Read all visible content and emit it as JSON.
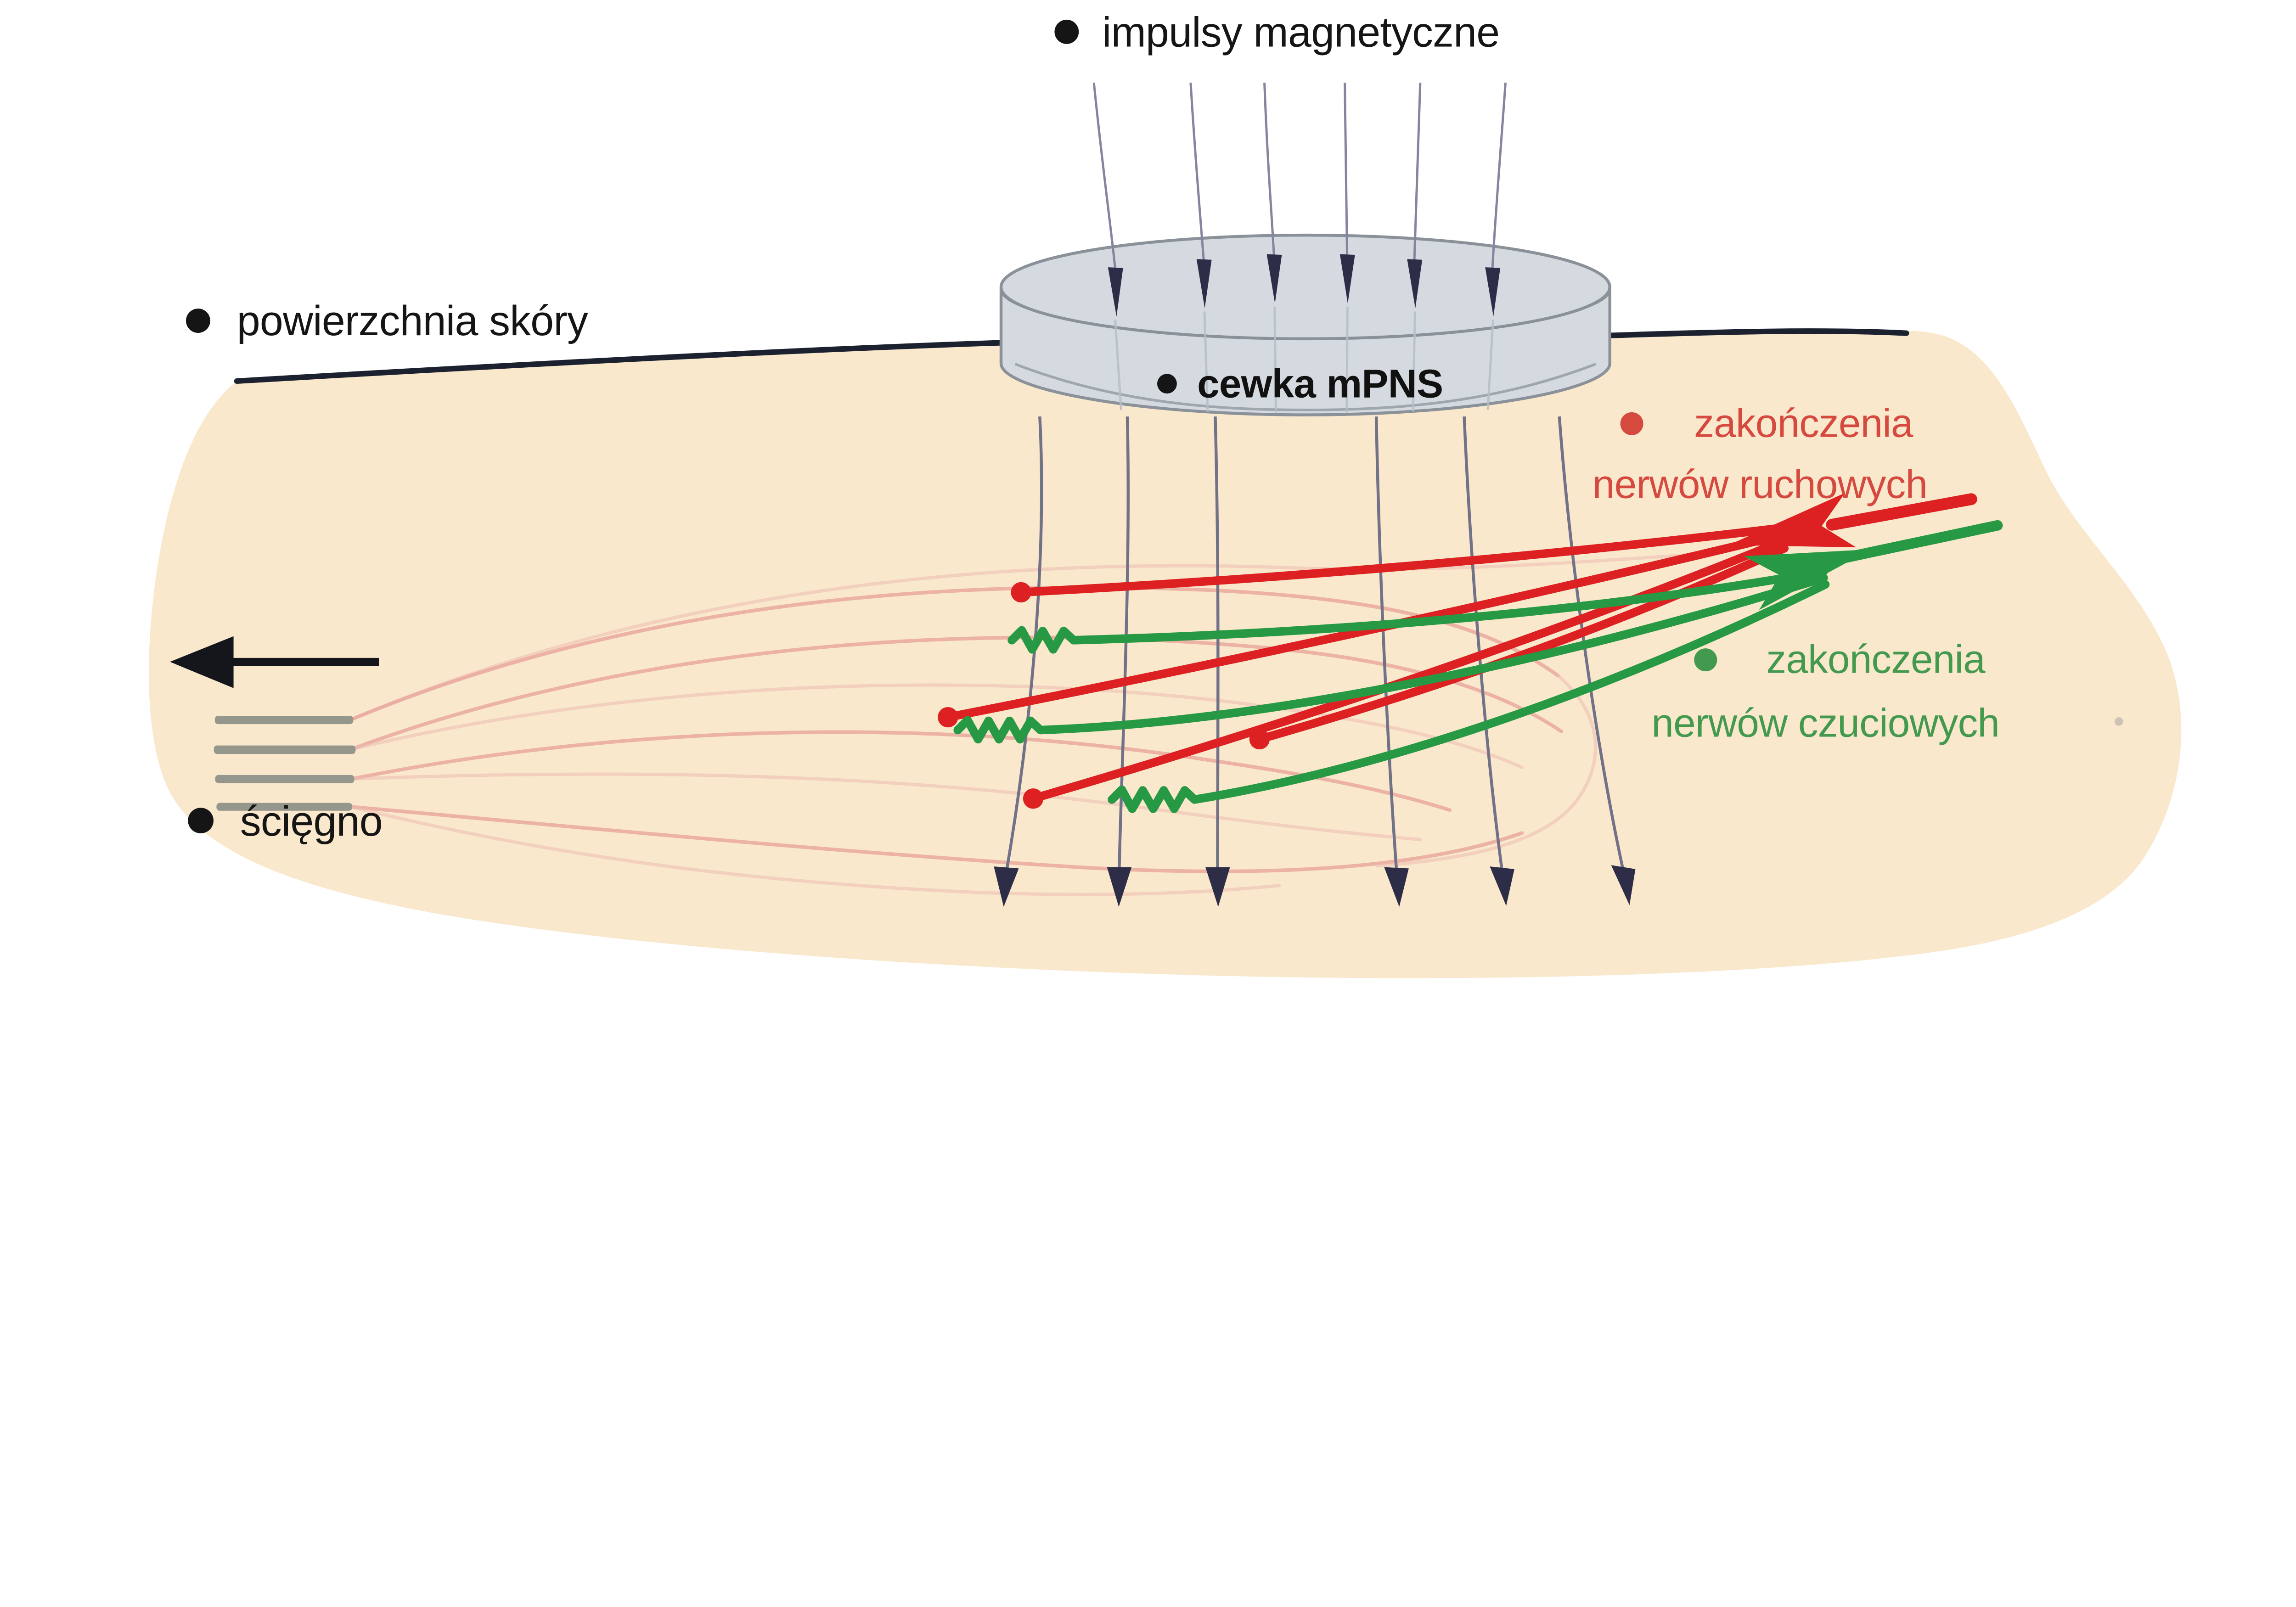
{
  "canvas": {
    "background": "#ffffff"
  },
  "colors": {
    "tissue": "#f9e8cc",
    "skin_line": "#1c2130",
    "field_line": "#717188",
    "field_arrowhead": "#2d2d47",
    "coil_fill": "#d5dae0",
    "coil_outline": "#8b9199",
    "muscle_fiber": "#e8a49a",
    "tendon": "#95968c",
    "motor_nerve": "#dd2021",
    "motor_label": "#d5493f",
    "sensory_nerve": "#279944",
    "sensory_label": "#43994e",
    "text": "#151515",
    "black_arrow": "#15161c"
  },
  "labels": {
    "magnetic_impulses": {
      "bullet": "•",
      "text": "impulsy magnetyczne"
    },
    "skin_surface": {
      "bullet": "•",
      "text": "powierzchnia skóry"
    },
    "coil": {
      "bullet": "•",
      "text": "cewka mPNS"
    },
    "motor_endings": {
      "bullet": "•",
      "line1": "zakończenia",
      "line2": "nerwów ruchowych"
    },
    "sensory_endings": {
      "bullet": "•",
      "line1": "zakończenia",
      "line2": "nerwów czuciowych"
    },
    "tendon": {
      "bullet": "•",
      "text": "ścięgno"
    }
  }
}
